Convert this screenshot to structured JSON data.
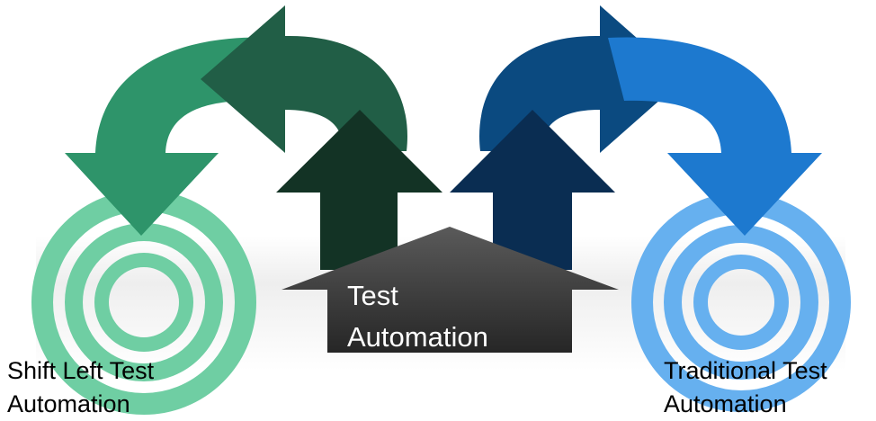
{
  "diagram": {
    "center_label": "Test\nAutomation",
    "left_label": "Shift Left Test\nAutomation",
    "right_label": "Traditional Test\nAutomation"
  },
  "colors": {
    "left_ring": "#6fcea3",
    "left_outer_arrow": "#2e946a",
    "left_inner_arrow": "#215e46",
    "left_up_arrow": "#133325",
    "right_ring": "#66b0ef",
    "right_outer_arrow": "#1d79cf",
    "right_inner_arrow": "#0b4a80",
    "right_up_arrow": "#0a2d52",
    "center_box": "#474747"
  }
}
